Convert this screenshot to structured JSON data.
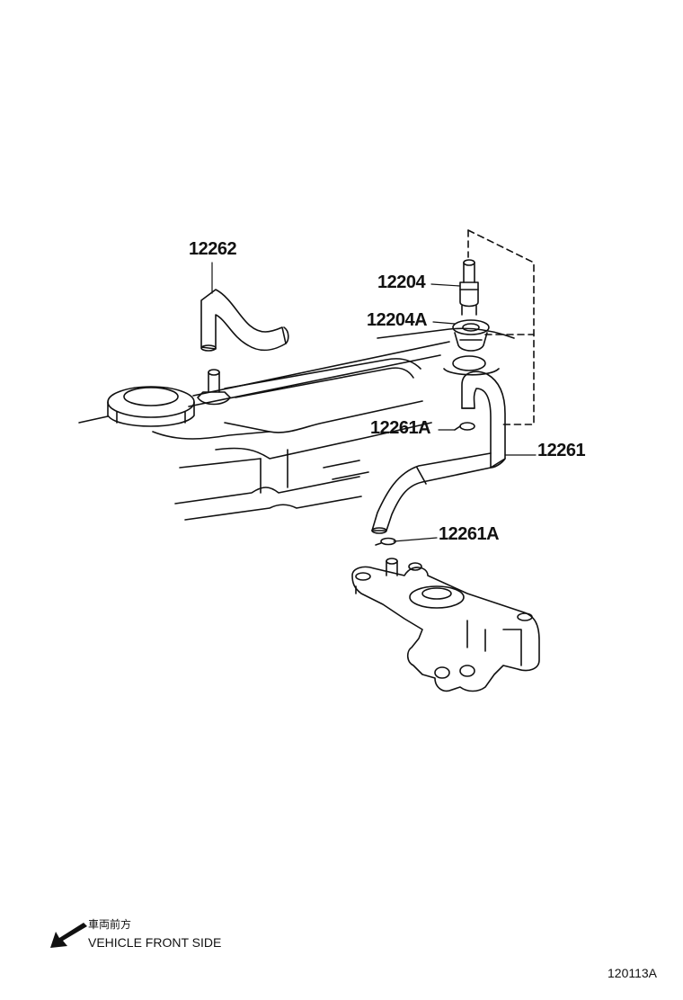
{
  "labels": {
    "p12262": "12262",
    "p12204": "12204",
    "p12204A": "12204A",
    "p12261A_upper": "12261A",
    "p12261": "12261",
    "p12261A_lower": "12261A"
  },
  "legend": {
    "jp": "車両前方",
    "en": "VEHICLE FRONT SIDE"
  },
  "code": "120113A",
  "icons": {
    "direction": "arrow-down-left-icon"
  },
  "colors": {
    "ink": "#111111",
    "paper": "#ffffff"
  }
}
